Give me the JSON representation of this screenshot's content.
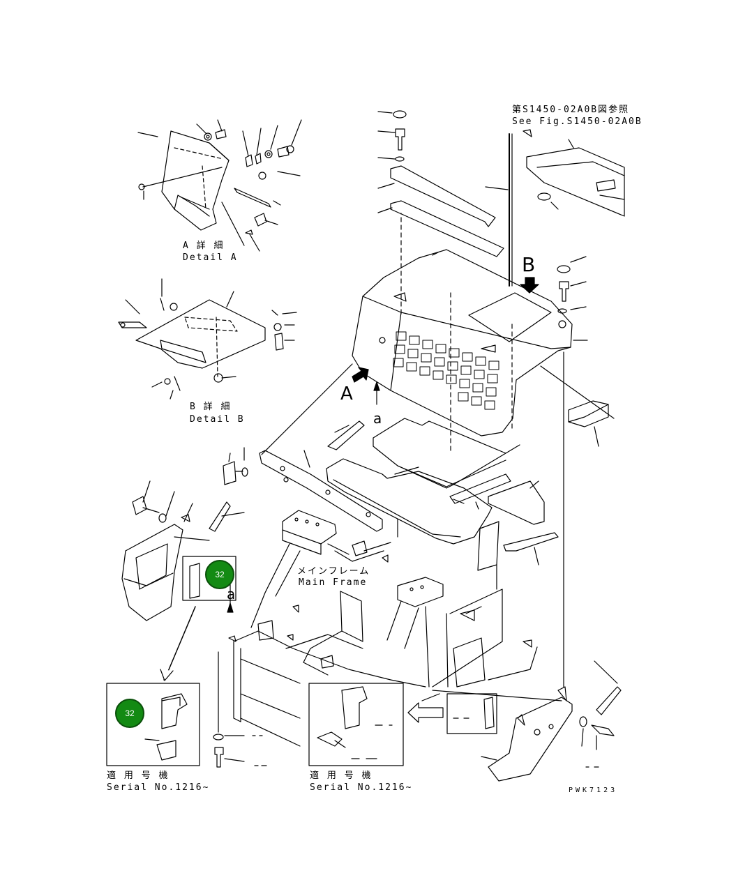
{
  "labels": {
    "see_fig_jp": "第S1450-02A0B図参照",
    "see_fig_en": "See Fig.S1450-02A0B",
    "detail_a_jp": "A 詳 細",
    "detail_a_en": "Detail A",
    "detail_b_jp": "B 詳 細",
    "detail_b_en": "Detail B",
    "main_frame_jp": "メインフレーム",
    "main_frame_en": "Main Frame",
    "view_a": "A",
    "view_b": "B",
    "arrow_a_upper": "a",
    "arrow_a_lower": "a",
    "serial_left_jp": "適 用 号 機",
    "serial_left_en": "Serial No.1216~",
    "serial_right_jp": "適 用 号 機",
    "serial_right_en": "Serial No.1216~",
    "drawing_code": "PWK7123"
  },
  "callouts": {
    "part_upper": "32",
    "part_lower": "32"
  },
  "colors": {
    "callout_fill": "#138a13",
    "line": "#000000"
  }
}
